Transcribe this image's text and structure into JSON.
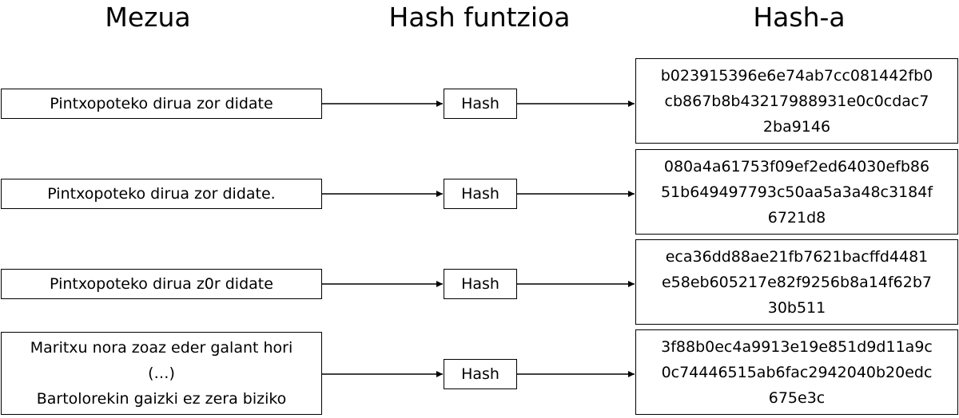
{
  "headers": {
    "message": "Mezua",
    "hash_function": "Hash funtzioa",
    "hash_output": "Hash-a"
  },
  "rows": [
    {
      "message_lines": [
        "Pintxopoteko dirua zor didate"
      ],
      "function_label": "Hash",
      "hash_lines": [
        "b023915396e6e74ab7cc081442fb0",
        "cb867b8b43217988931e0c0cdac7",
        "2ba9146"
      ]
    },
    {
      "message_lines": [
        "Pintxopoteko dirua zor didate."
      ],
      "function_label": "Hash",
      "hash_lines": [
        "080a4a61753f09ef2ed64030efb86",
        "51b649497793c50aa5a3a48c3184f",
        "6721d8"
      ]
    },
    {
      "message_lines": [
        "Pintxopoteko dirua z0r didate"
      ],
      "function_label": "Hash",
      "hash_lines": [
        "eca36dd88ae21fb7621bacffd4481",
        "e58eb605217e82f9256b8a14f62b7",
        "30b511"
      ]
    },
    {
      "message_lines": [
        "Maritxu nora zoaz eder galant hori",
        "(…)",
        "Bartolorekin gaizki ez zera biziko"
      ],
      "function_label": "Hash",
      "hash_lines": [
        "3f88b0ec4a9913e19e851d9d11a9c",
        "0c74446515ab6fac2942040b20edc",
        "675e3c"
      ]
    }
  ]
}
